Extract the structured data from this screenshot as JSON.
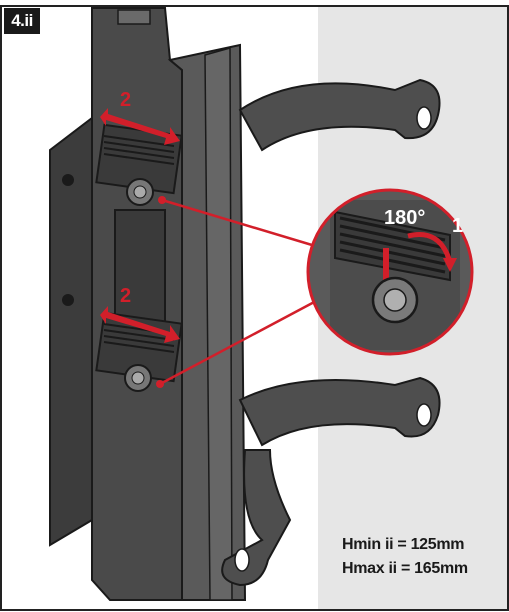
{
  "step_badge": "4.ii",
  "labels": {
    "slide_top": "2",
    "slide_bottom": "2",
    "rotation": "180°",
    "step_rotate": "1"
  },
  "specs": {
    "hmin": "Hmin ii = 125mm",
    "hmax": "Hmax ii = 165mm"
  },
  "colors": {
    "accent": "#d21f2a",
    "metal": "#4a4a4a",
    "metal_dark": "#2a2a2a",
    "wall": "#e6e6e6"
  }
}
